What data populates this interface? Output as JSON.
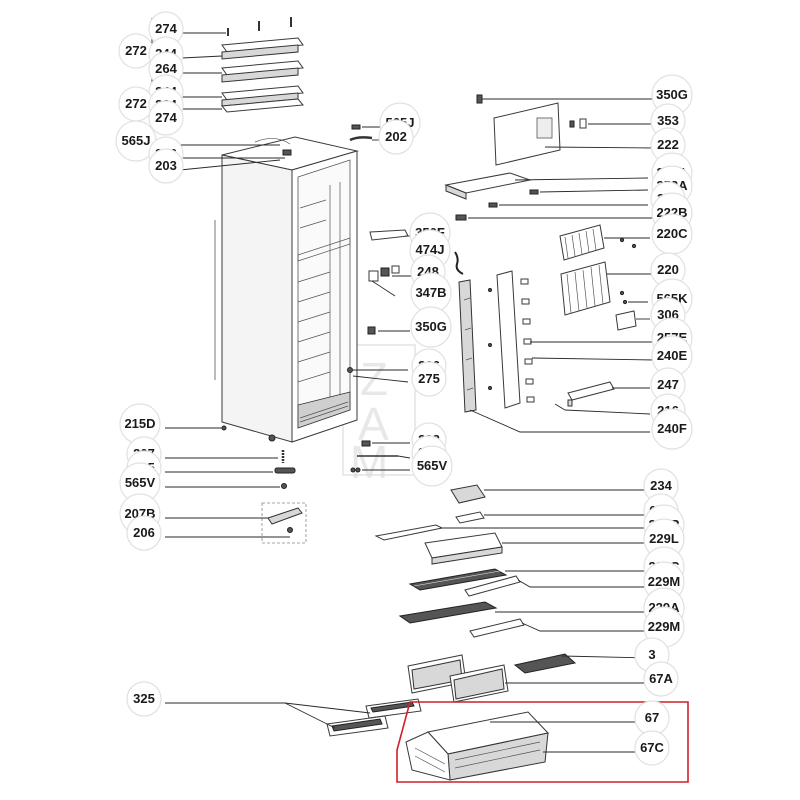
{
  "labels": [
    {
      "id": "274-top",
      "text": "274"
    },
    {
      "id": "272-top",
      "text": "272"
    },
    {
      "id": "244-top",
      "text": "244"
    },
    {
      "id": "264-top",
      "text": "264"
    },
    {
      "id": "244-mid",
      "text": "244"
    },
    {
      "id": "272-mid",
      "text": "272"
    },
    {
      "id": "264-mid",
      "text": "264"
    },
    {
      "id": "274-mid",
      "text": "274"
    },
    {
      "id": "565J-left",
      "text": "565J"
    },
    {
      "id": "206-top",
      "text": "206"
    },
    {
      "id": "203",
      "text": "203"
    },
    {
      "id": "565J-right",
      "text": "565J"
    },
    {
      "id": "202",
      "text": "202"
    },
    {
      "id": "350F",
      "text": "350F"
    },
    {
      "id": "474J",
      "text": "474J"
    },
    {
      "id": "248",
      "text": "248"
    },
    {
      "id": "347B",
      "text": "347B"
    },
    {
      "id": "350G-mid",
      "text": "350G"
    },
    {
      "id": "266",
      "text": "266"
    },
    {
      "id": "275",
      "text": "275"
    },
    {
      "id": "215D",
      "text": "215D"
    },
    {
      "id": "292",
      "text": "292"
    },
    {
      "id": "204",
      "text": "204"
    },
    {
      "id": "207",
      "text": "207"
    },
    {
      "id": "565V-right",
      "text": "565V"
    },
    {
      "id": "205",
      "text": "205"
    },
    {
      "id": "565V-left",
      "text": "565V"
    },
    {
      "id": "207B",
      "text": "207B"
    },
    {
      "id": "206-bottom",
      "text": "206"
    },
    {
      "id": "350G-top",
      "text": "350G"
    },
    {
      "id": "353",
      "text": "353"
    },
    {
      "id": "222",
      "text": "222"
    },
    {
      "id": "222A",
      "text": "222A"
    },
    {
      "id": "352A",
      "text": "352A"
    },
    {
      "id": "352",
      "text": "352"
    },
    {
      "id": "222B",
      "text": "222B"
    },
    {
      "id": "220C",
      "text": "220C"
    },
    {
      "id": "220",
      "text": "220"
    },
    {
      "id": "565K",
      "text": "565K"
    },
    {
      "id": "306",
      "text": "306"
    },
    {
      "id": "257E",
      "text": "257E"
    },
    {
      "id": "240E",
      "text": "240E"
    },
    {
      "id": "247",
      "text": "247"
    },
    {
      "id": "216",
      "text": "216"
    },
    {
      "id": "240F",
      "text": "240F"
    },
    {
      "id": "234",
      "text": "234"
    },
    {
      "id": "67B",
      "text": "67B"
    },
    {
      "id": "229R",
      "text": "229R"
    },
    {
      "id": "229L",
      "text": "229L"
    },
    {
      "id": "229C",
      "text": "229C"
    },
    {
      "id": "229M-top",
      "text": "229M"
    },
    {
      "id": "229A",
      "text": "229A"
    },
    {
      "id": "229M-bottom",
      "text": "229M"
    },
    {
      "id": "3",
      "text": "3"
    },
    {
      "id": "67A",
      "text": "67A"
    },
    {
      "id": "325",
      "text": "325"
    },
    {
      "id": "67",
      "text": "67"
    },
    {
      "id": "67C",
      "text": "67C"
    }
  ],
  "watermark": {
    "letters": [
      "Z",
      "A",
      "M"
    ]
  },
  "highlight_color": "#d21f26"
}
